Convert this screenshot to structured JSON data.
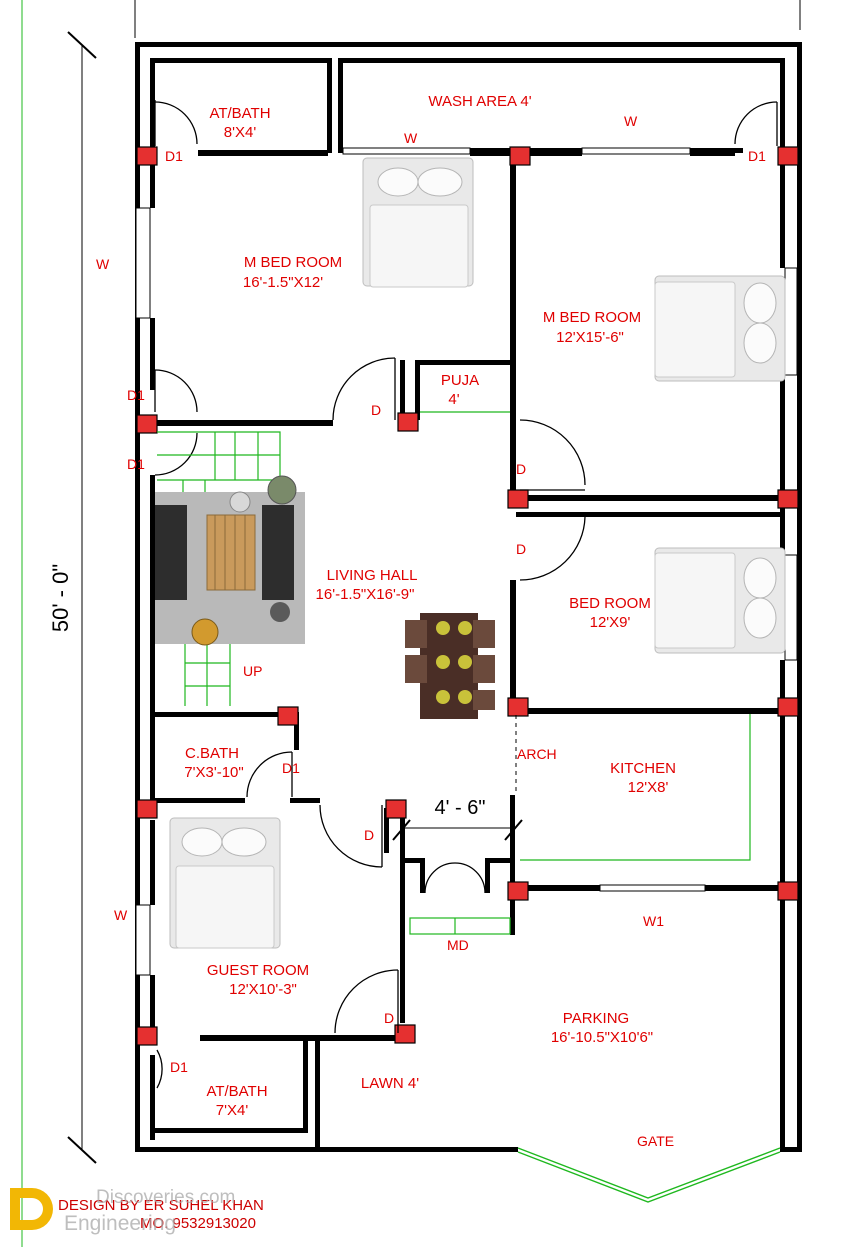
{
  "overall_dimension": "50' - 0\"",
  "opening_dimension": "4' - 6\"",
  "rooms": {
    "at_bath_top": {
      "name": "AT/BATH",
      "size": "8'X4'"
    },
    "wash_area": {
      "name": "WASH AREA 4'"
    },
    "m_bed_left": {
      "name": "M BED ROOM",
      "size": "16'-1.5\"X12'"
    },
    "m_bed_right": {
      "name": "M BED ROOM",
      "size": "12'X15'-6\""
    },
    "puja": {
      "name": "PUJA",
      "size": "4'"
    },
    "living_hall": {
      "name": "LIVING HALL",
      "size": "16'-1.5\"X16'-9\""
    },
    "bed_room": {
      "name": "BED ROOM",
      "size": "12'X9'"
    },
    "c_bath": {
      "name": "C.BATH",
      "size": "7'X3'-10\""
    },
    "kitchen": {
      "name": "KITCHEN",
      "size": "12'X8'"
    },
    "guest_room": {
      "name": "GUEST ROOM",
      "size": "12'X10'-3\""
    },
    "parking": {
      "name": "PARKING",
      "size": "16'-10.5\"X10'6\""
    },
    "at_bath_bottom": {
      "name": "AT/BATH",
      "size": "7'X4'"
    },
    "lawn": {
      "name": "LAWN 4'"
    }
  },
  "tags": {
    "d1": "D1",
    "d": "D",
    "w": "W",
    "w1": "W1",
    "up": "UP",
    "arch": "ARCH",
    "md": "MD",
    "gate": "GATE"
  },
  "credit": {
    "line1": "DESIGN BY ER SUHEL KHAN",
    "line2": "MO. 9532913020"
  },
  "watermark": {
    "line1": "Discoveries.com",
    "line2": "Engineering"
  },
  "colors": {
    "label_red": "#e00000",
    "column_red": "#e53030",
    "stair_green": "#1fb81f"
  }
}
